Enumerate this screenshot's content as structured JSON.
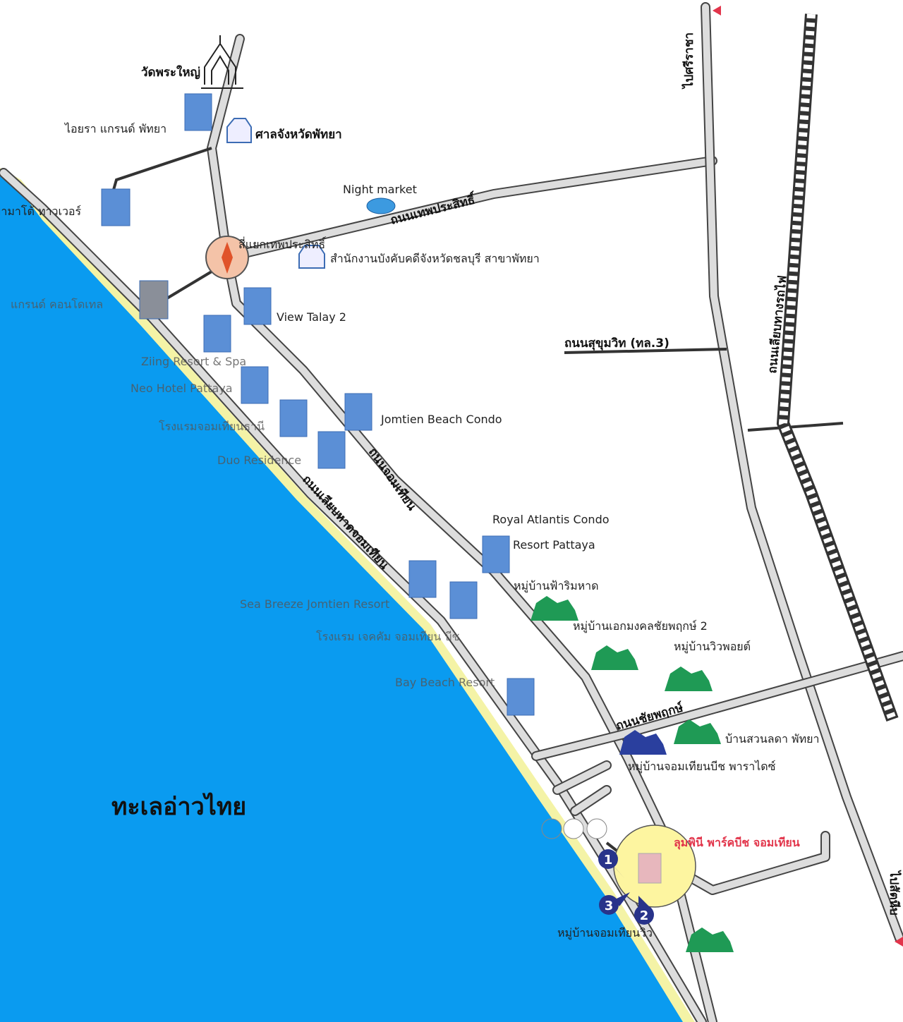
{
  "map": {
    "colors": {
      "sea": "#0a9bf0",
      "sand": "#f4f3a6",
      "building": "#5b8fd6",
      "village": "#1f9a55",
      "highlight": "#fdf5a0",
      "project_label": "#e2354b",
      "marker": "#28338a"
    },
    "labels": [
      "วัดพระใหญ่",
      "ไอยรา แกรนด์ พัทยา",
      "ศาลจังหวัดพัทยา",
      "ยามาโต้ ทาวเวอร์",
      "Night market",
      "ถนนเทพประสิทธิ์",
      "สี่แยกเทพประสิทธิ์",
      "สำนักงานบังคับคดีจังหวัดชลบุรี สาขาพัทยา",
      "แกรนด์ คอนโดเทล",
      "View Talay 2",
      "ถนนสุขุมวิท (ทล.3)",
      "Ziing Resort & Spa",
      "Neo Hotel Pattaya",
      "โรงแรมจอมเทียนธานี",
      "Jomtien Beach Condo",
      "Duo Residence",
      "ถนนจอมเทียน",
      "ถนนเลียบหาดจอมเทียน",
      "Royal Atlantis Condo",
      "Resort Pattaya",
      "หมู่บ้านฟ้าริมหาด",
      "Sea Breeze Jomtien Resort",
      "หมู่บ้านเอกมงคลชัยพฤกษ์ 2",
      "โรงแรม เจคคัม จอมเทียน บีช",
      "หมู่บ้านวิวพอยต์",
      "Bay Beach Resort",
      "ถนนชัยพฤกษ์",
      "บ้านสวนลดา พัทยา",
      "หมู่บ้านจอมเทียนบีช พาราไดซ์",
      "ทะเลอ่าวไทย",
      "ลุมพินี พาร์คบีช จอมเทียน",
      "หมู่บ้านจอมเทียนวิว",
      "ไปศรีราชา",
      "ถนนเลียบทางรถไฟ",
      "ไปสัตหีบ"
    ],
    "markers": [
      "1",
      "2",
      "3"
    ],
    "icons": [
      "temple-icon",
      "condo-building-icon",
      "government-building-icon",
      "night-market-icon",
      "roundabout-monument-icon",
      "village-house-icon",
      "railway-icon",
      "direction-arrow-icon"
    ]
  }
}
